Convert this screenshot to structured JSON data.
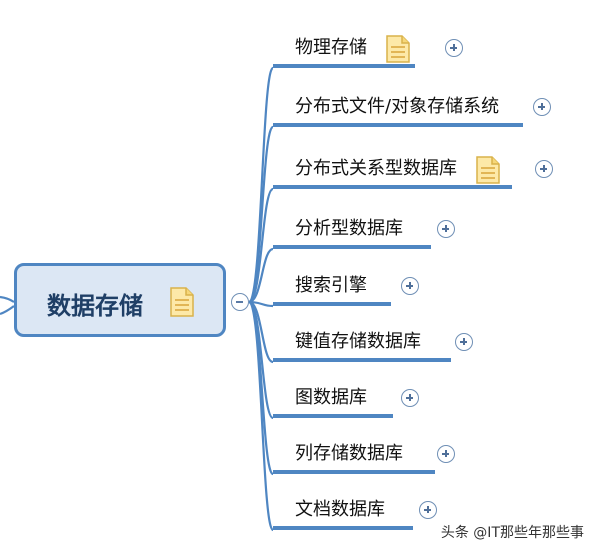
{
  "root": {
    "label": "数据存储",
    "has_note": true,
    "collapsed": false,
    "fill_color": "#dce7f4",
    "border_color": "#4f86c2"
  },
  "branches": [
    {
      "label": "物理存储",
      "has_note": true
    },
    {
      "label": "分布式文件/对象存储系统",
      "has_note": false
    },
    {
      "label": "分布式关系型数据库",
      "has_note": true
    },
    {
      "label": "分析型数据库",
      "has_note": false
    },
    {
      "label": "搜索引擎",
      "has_note": false
    },
    {
      "label": "键值存储数据库",
      "has_note": false
    },
    {
      "label": "图数据库",
      "has_note": false
    },
    {
      "label": "列存储数据库",
      "has_note": false
    },
    {
      "label": "文档数据库",
      "has_note": false
    }
  ],
  "connector_color": "#4f86c2",
  "note_icon": "note-icon",
  "expand_icon": "plus-circle-icon",
  "collapse_icon": "minus-circle-icon",
  "watermark": "头条 @IT那些年那些事"
}
